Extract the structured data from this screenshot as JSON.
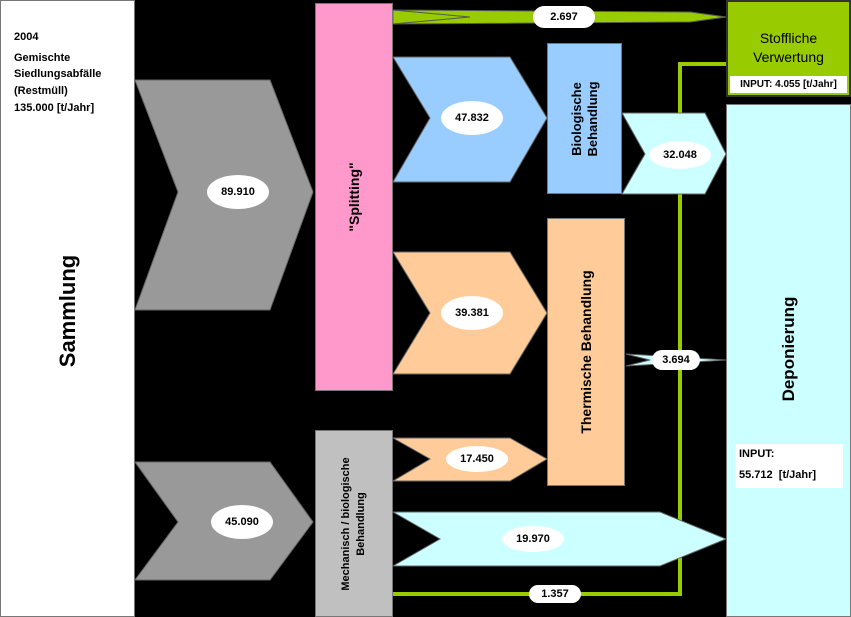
{
  "source_box": {
    "year": "2004",
    "line1": "Gemischte",
    "line2": "Siedlungsabfälle",
    "line3": "(Restmüll)",
    "amount": "135.000",
    "unit": "[t/Jahr]",
    "title": "Sammlung"
  },
  "splitting": {
    "label": "\"Splitting\""
  },
  "bio": {
    "label1": "Biologische",
    "label2": "Behandlung"
  },
  "thermal": {
    "label": "Thermische Behandlung"
  },
  "mbt": {
    "label1": "Mechanisch / biologische",
    "label2": "Behandlung"
  },
  "stoffliche": {
    "label1": "Stoffliche",
    "label2": "Verwertung",
    "input": "INPUT: 4.055 [t/Jahr]"
  },
  "deponie": {
    "label": "Deponierung",
    "input_label": "INPUT:",
    "input_amount": "55.712",
    "input_unit": "[t/Jahr]"
  },
  "flows": {
    "f89910": "89.910",
    "f45090": "45.090",
    "f2697": "2.697",
    "f47832": "47.832",
    "f39381": "39.381",
    "f32048": "32.048",
    "f3694": "3.694",
    "f17450": "17.450",
    "f19970": "19.970",
    "f1357": "1.357"
  },
  "colors": {
    "background": "#000000",
    "sammlung": "#ffffff",
    "grey_arrow": "#999999",
    "splitting": "#ff99cc",
    "blue": "#99ccff",
    "orange": "#ffcc99",
    "light_cyan": "#ccffff",
    "mbt_grey": "#c0c0c0",
    "green": "#99cc00"
  }
}
